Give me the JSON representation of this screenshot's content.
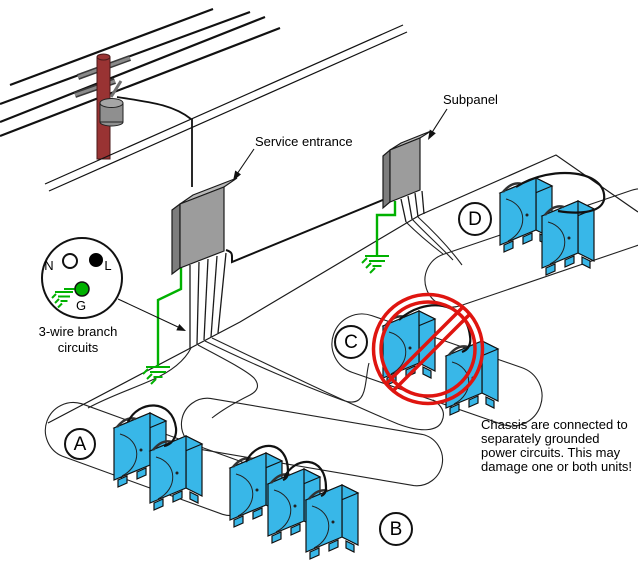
{
  "labels": {
    "service_entrance": "Service entrance",
    "subpanel": "Subpanel",
    "three_wire_line1": "3-wire branch",
    "three_wire_line2": "circuits"
  },
  "receptacle": {
    "neutral": "N",
    "line": "L",
    "ground": "G"
  },
  "groups": {
    "a": {
      "label": "A",
      "chassis_count": 2
    },
    "b": {
      "label": "B",
      "chassis_count": 3
    },
    "c": {
      "label": "C",
      "chassis_count": 2,
      "prohibited": true
    },
    "d": {
      "label": "D",
      "chassis_count": 2
    }
  },
  "annotation": {
    "line1": "Chassis are connected to",
    "line2": "separately grounded",
    "line3": "power circuits. This may",
    "line4": "damage one or both units!"
  },
  "colors": {
    "chassis_blue": "#38b7e8",
    "wire_green": "#00b100",
    "prohibition_red": "#df1510",
    "pole_red": "#993333",
    "panel_gray": "#9c9c9c",
    "panel_gray_light": "#b9b9b9",
    "panel_gray_dark": "#7d7d7d",
    "line_black": "#1a1a1a"
  }
}
